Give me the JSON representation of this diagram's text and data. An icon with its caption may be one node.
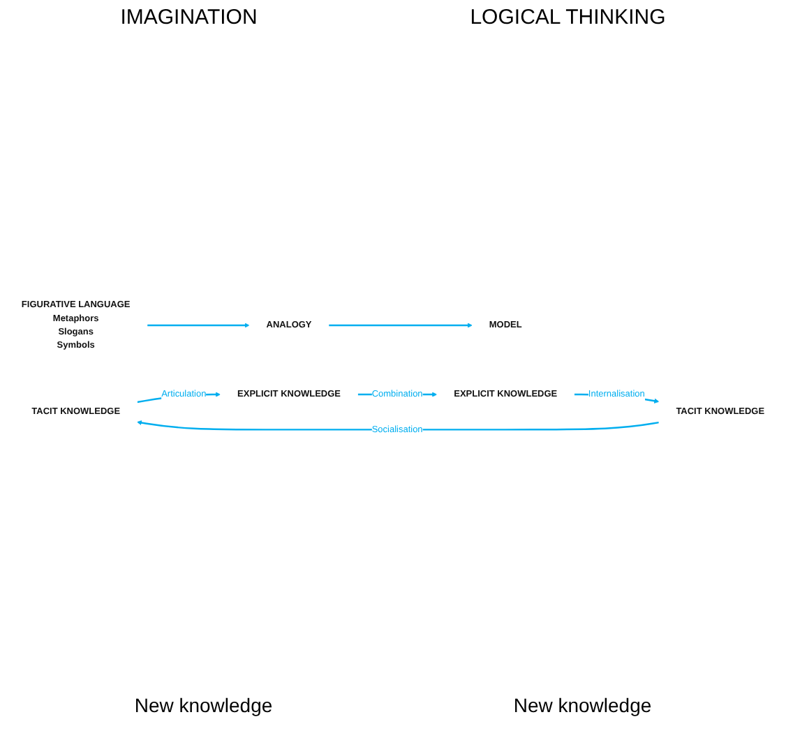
{
  "diagram": {
    "nodes": [
      {
        "text": [
          "FIGURATIVE LANGUAGE",
          "Metaphors",
          "Slogans",
          "Symbols"
        ]
      },
      {
        "text": [
          "ANALOGY"
        ]
      },
      {
        "text": [
          "MODEL"
        ]
      },
      {
        "text": [
          "TACIT KNOWLEDGE"
        ]
      },
      {
        "text": [
          "EXPLICIT KNOWLEDGE"
        ]
      },
      {
        "text": [
          "EXPLICIT KNOWLEDGE"
        ]
      },
      {
        "text": [
          "TACIT KNOWLEDGE"
        ]
      }
    ],
    "edges": [
      {
        "from": 0,
        "to": 1,
        "arrow": "to",
        "color": "#00aeef"
      },
      {
        "from": 1,
        "to": 2,
        "arrow": "to",
        "color": "#00aeef"
      },
      {
        "from": 3,
        "to": 4,
        "arrow": "to",
        "label": "Articulation",
        "color": "#00aeef"
      },
      {
        "from": 4,
        "to": 5,
        "arrow": "to",
        "label": "Combination",
        "color": "#00aeef"
      },
      {
        "from": 5,
        "to": 6,
        "arrow": "to",
        "label": "Internalisation",
        "color": "#00aeef"
      },
      {
        "from": 6,
        "to": 3,
        "arrow": "to",
        "label": "Socialisation",
        "color": "#00aeef"
      }
    ],
    "labels": [
      "IMAGINATION",
      "LOGICAL THINKING",
      "New knowledge",
      "New knowledge"
    ]
  }
}
